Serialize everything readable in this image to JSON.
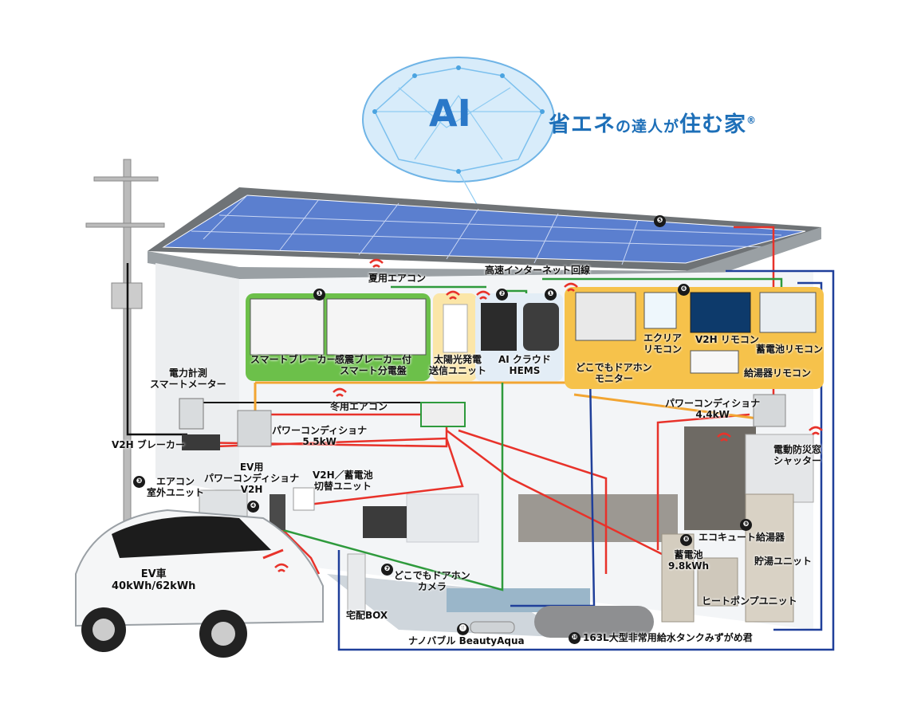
{
  "brand": {
    "ai_text": "AI",
    "logo_part1": "省エネ",
    "logo_part2": "の達人が",
    "logo_part3": "住む家",
    "logo_reg": "®"
  },
  "numbers": [
    "❶",
    "❷",
    "❸",
    "❹",
    "❺",
    "❻",
    "❼",
    "❽",
    "❾",
    "❿",
    "⓫"
  ],
  "labels": {
    "smart_breaker": "スマートブレーカー",
    "seismic_panel": "感震ブレーカー付\nスマート分電盤",
    "solar_unit": "太陽光発電\n送信ユニット",
    "ai_cloud": "AI クラウド\nHEMS",
    "internet": "高速インターネット回線",
    "summer_ac": "夏用エアコン",
    "winter_ac": "冬用エアコン",
    "doorphone_monitor": "どこでもドアホン\nモニター",
    "ecolia_remote": "エクリア\nリモコン",
    "v2h_remote": "V2H リモコン",
    "battery_remote": "蓄電池リモコン",
    "water_heater_remote": "給湯器リモコン",
    "meter": "電力計測\nスマートメーター",
    "v2h_breaker": "V2H ブレーカー",
    "pcs_55": "パワーコンディショナ\n5.5kW",
    "pcs_44": "パワーコンディショナ\n4.4kW",
    "ac_outdoor": "エアコン\n室外ユニット",
    "ev_pcs": "EV用\nパワーコンディショナ\nV2H",
    "switch_unit": "V2H／蓄電池\n切替ユニット",
    "ev_car": "EV車\n40kWh/62kWh",
    "delivery_box": "宅配BOX",
    "doorphone_camera": "どこでもドアホン\nカメラ",
    "nanobubble": "ナノバブル BeautyAqua",
    "tank": "163L大型非常用給水タンクみずがめ君",
    "ecocute": "エコキュート給湯器",
    "storage_tank": "貯湯ユニット",
    "battery": "蓄電池\n9.8kWh",
    "heat_pump": "ヒートポンプユニット",
    "shutter": "電動防災窓\nシャッター"
  },
  "colors": {
    "red": "#e8322a",
    "green": "#2e9a3c",
    "orange": "#f2a532",
    "blue": "#1f3f9a",
    "black": "#111111",
    "panel_green": "#6cc04a",
    "panel_yellow": "#f6c24b",
    "solar": "#5b7fcf"
  }
}
